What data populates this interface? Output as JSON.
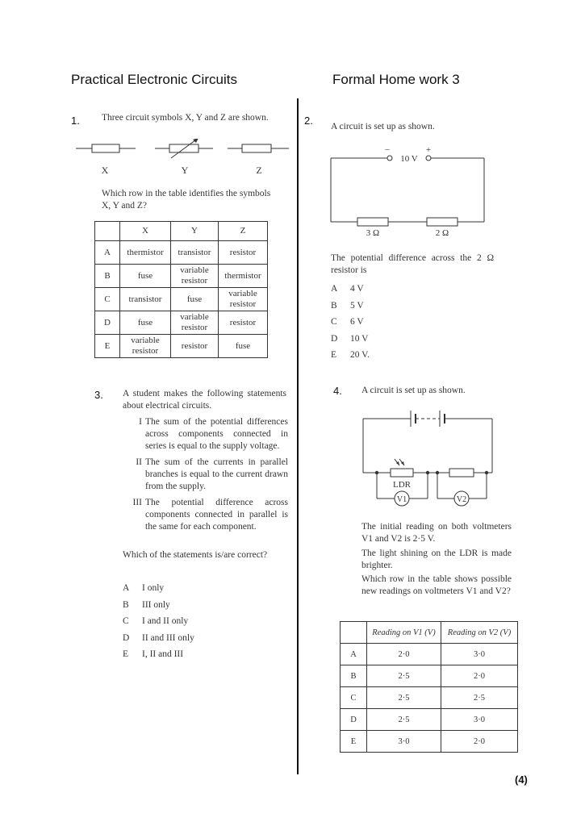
{
  "header": {
    "left": "Practical Electronic Circuits",
    "right": "Formal Home work 3"
  },
  "q1": {
    "number": "1.",
    "intro": "Three circuit symbols X, Y and Z are shown.",
    "symbol_labels": [
      "X",
      "Y",
      "Z"
    ],
    "question": "Which row in the table identifies the symbols X, Y and Z?",
    "table": {
      "headers": [
        "",
        "X",
        "Y",
        "Z"
      ],
      "rows": [
        [
          "A",
          "thermistor",
          "transistor",
          "resistor"
        ],
        [
          "B",
          "fuse",
          "variable resistor",
          "thermistor"
        ],
        [
          "C",
          "transistor",
          "fuse",
          "variable resistor"
        ],
        [
          "D",
          "fuse",
          "variable resistor",
          "resistor"
        ],
        [
          "E",
          "variable resistor",
          "resistor",
          "fuse"
        ]
      ]
    }
  },
  "q2": {
    "number": "2.",
    "intro": "A circuit is set up as shown.",
    "supply": "10 V",
    "minus": "–",
    "plus": "+",
    "r1": "3 Ω",
    "r2": "2 Ω",
    "question": "The potential difference across the 2 Ω resistor is",
    "options": [
      {
        "letter": "A",
        "text": "4 V"
      },
      {
        "letter": "B",
        "text": "5 V"
      },
      {
        "letter": "C",
        "text": "6 V"
      },
      {
        "letter": "D",
        "text": "10 V"
      },
      {
        "letter": "E",
        "text": "20 V."
      }
    ]
  },
  "q3": {
    "number": "3.",
    "intro": "A student makes the following statements about electrical circuits.",
    "statements": [
      {
        "num": "I",
        "text": "The sum of the potential differences across components connected in series is equal to the supply voltage."
      },
      {
        "num": "II",
        "text": "The sum of the currents in parallel branches is equal to the current drawn from the supply."
      },
      {
        "num": "III",
        "text": "The potential difference across components connected in parallel is the same for each component."
      }
    ],
    "question": "Which of the statements is/are correct?",
    "options": [
      {
        "letter": "A",
        "text": "I only"
      },
      {
        "letter": "B",
        "text": "III only"
      },
      {
        "letter": "C",
        "text": "I and II only"
      },
      {
        "letter": "D",
        "text": "II and III only"
      },
      {
        "letter": "E",
        "text": "I, II and III"
      }
    ]
  },
  "q4": {
    "number": "4.",
    "intro": "A circuit is set up as shown.",
    "ldr_label": "LDR",
    "v1": "V1",
    "v2": "V2",
    "text1": "The initial reading on both voltmeters V1 and V2 is 2·5 V.",
    "text2": "The light shining on the LDR is made brighter.",
    "question": "Which row in the table shows possible new readings on voltmeters V1 and V2?",
    "table": {
      "headers": [
        "",
        "Reading on V1 (V)",
        "Reading on V2 (V)"
      ],
      "rows": [
        [
          "A",
          "2·0",
          "3·0"
        ],
        [
          "B",
          "2·5",
          "2·0"
        ],
        [
          "C",
          "2·5",
          "2·5"
        ],
        [
          "D",
          "2·5",
          "3·0"
        ],
        [
          "E",
          "3·0",
          "2·0"
        ]
      ]
    }
  },
  "footer": {
    "page": "(4)"
  }
}
